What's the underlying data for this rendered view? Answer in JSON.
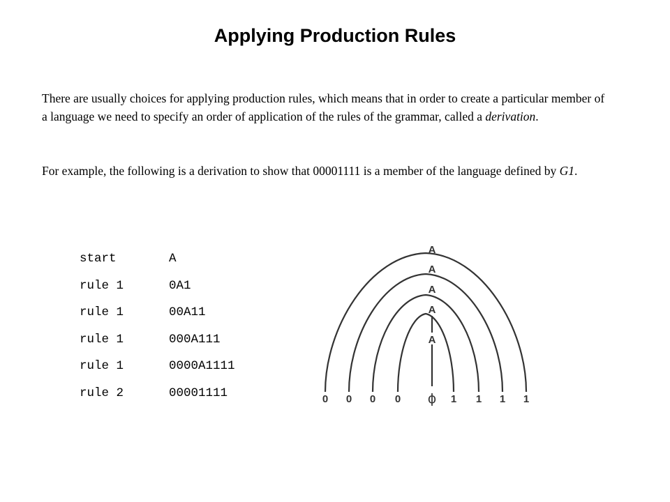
{
  "title": "Applying Production Rules",
  "paragraph1": {
    "before": "There are usually choices for applying production rules, which means that in order to create a particular member of a language we need to specify an order of application of the rules of the grammar, called a ",
    "emph": "derivation",
    "after": "."
  },
  "paragraph2": {
    "before": "For example, the following is a derivation to show that 00001111 is a member of the language defined by ",
    "emph": "G1",
    "after": "."
  },
  "derivation": [
    {
      "step": "start",
      "string": "A"
    },
    {
      "step": "rule 1",
      "string": "0A1"
    },
    {
      "step": "rule 1",
      "string": "00A11"
    },
    {
      "step": "rule 1",
      "string": "000A111"
    },
    {
      "step": "rule 1",
      "string": "0000A1111"
    },
    {
      "step": "rule 2",
      "string": "00001111"
    }
  ],
  "tree": {
    "node_labels": [
      "A",
      "A",
      "A",
      "A",
      "A"
    ],
    "leaves": [
      "0",
      "0",
      "0",
      "0",
      "ϕ",
      "1",
      "1",
      "1",
      "1"
    ],
    "colors": {
      "lines": "#333333",
      "text": "#333333"
    }
  }
}
